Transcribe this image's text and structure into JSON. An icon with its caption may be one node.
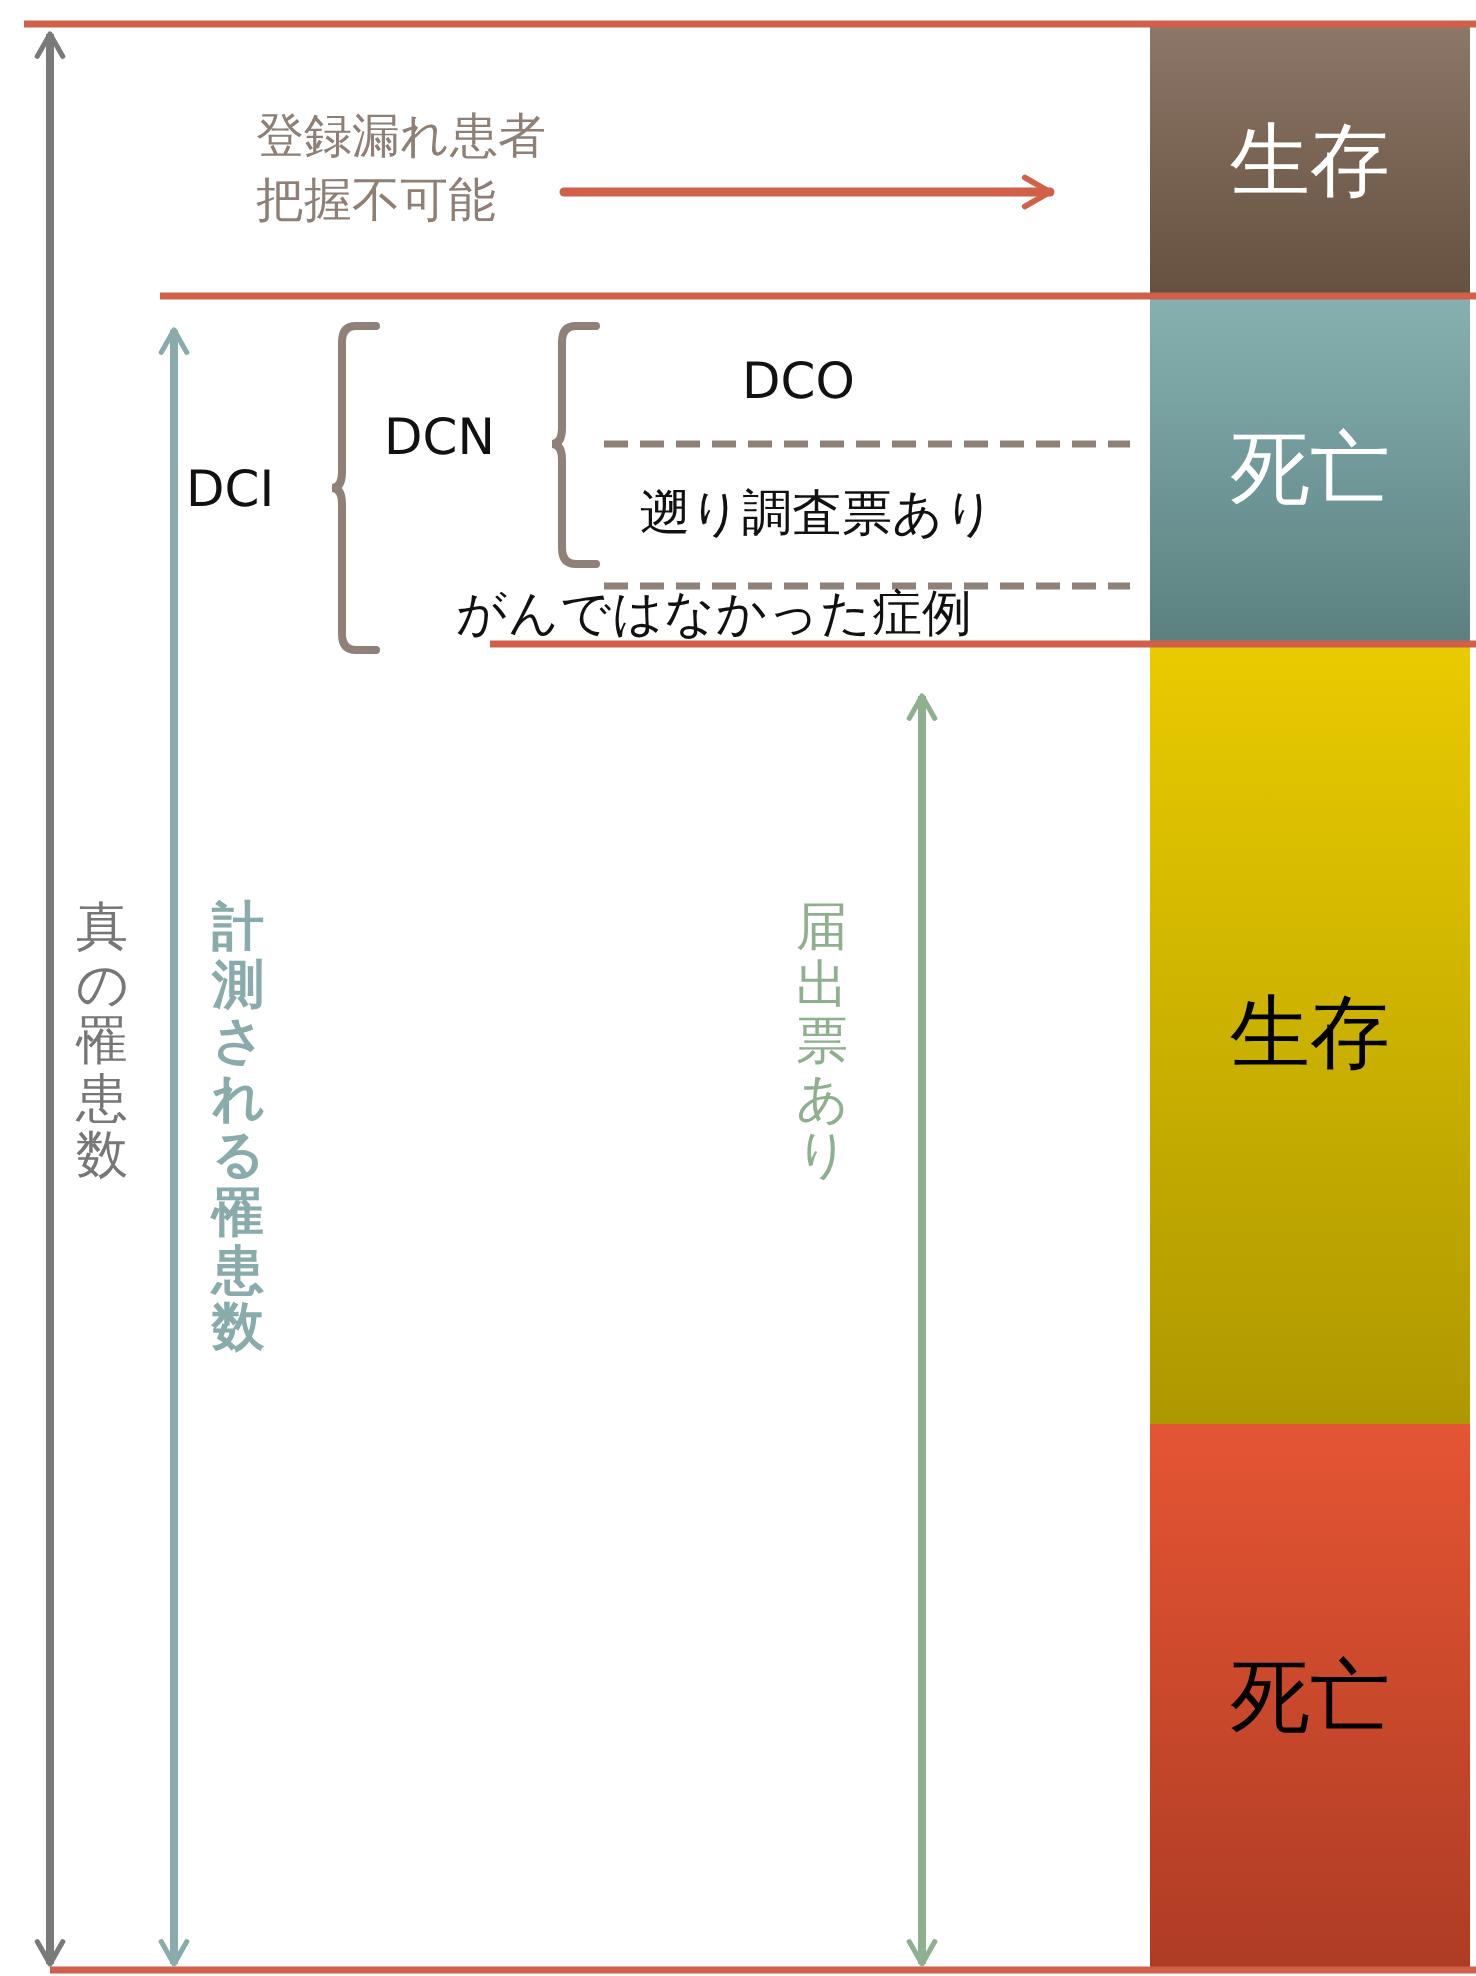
{
  "diagram": {
    "nodes": [
      {
        "text": [
          "登録漏れ患者把握不可能"
        ]
      },
      {
        "text": [
          "生存"
        ]
      },
      {
        "text": [
          "死亡"
        ]
      },
      {
        "text": [
          "生存"
        ]
      },
      {
        "text": [
          "死亡"
        ]
      }
    ],
    "edges": [
      {
        "from": 0,
        "to": 1,
        "arrow": "to"
      }
    ],
    "labels": [
      "DCI",
      "DCN",
      "DCO",
      "遡り調査票あり",
      "がんではなかった症例",
      "真の罹患数",
      "計測される罹患数",
      "届出票あり"
    ]
  }
}
